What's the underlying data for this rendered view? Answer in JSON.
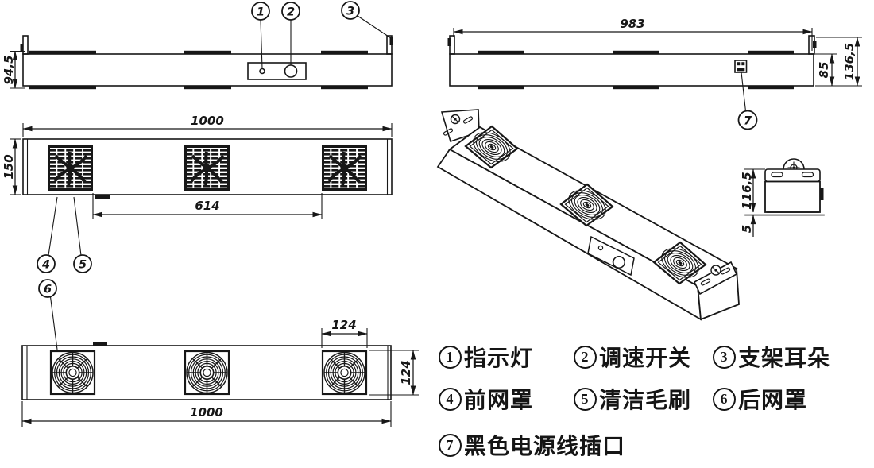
{
  "dimensions": {
    "front_height": "94,5",
    "plan_width": "1000",
    "plan_depth": "150",
    "plan_fan_span": "614",
    "rear_width": "983",
    "rear_body_height": "85",
    "rear_total_height": "136,5",
    "bottom_fan_width": "124",
    "bottom_fan_height": "124",
    "bottom_width": "1000",
    "side_height": "116,5",
    "side_foot_gap": "5"
  },
  "callouts": {
    "c1": "1",
    "c2": "2",
    "c3": "3",
    "c4": "4",
    "c5": "5",
    "c6": "6",
    "c7": "7"
  },
  "legend": {
    "items": [
      {
        "num": "1",
        "label": "指示灯"
      },
      {
        "num": "2",
        "label": "调速开关"
      },
      {
        "num": "3",
        "label": "支架耳朵"
      },
      {
        "num": "4",
        "label": "前网罩"
      },
      {
        "num": "5",
        "label": "清洁毛刷"
      },
      {
        "num": "6",
        "label": "后网罩"
      },
      {
        "num": "7",
        "label": "黑色电源线插口"
      }
    ]
  }
}
